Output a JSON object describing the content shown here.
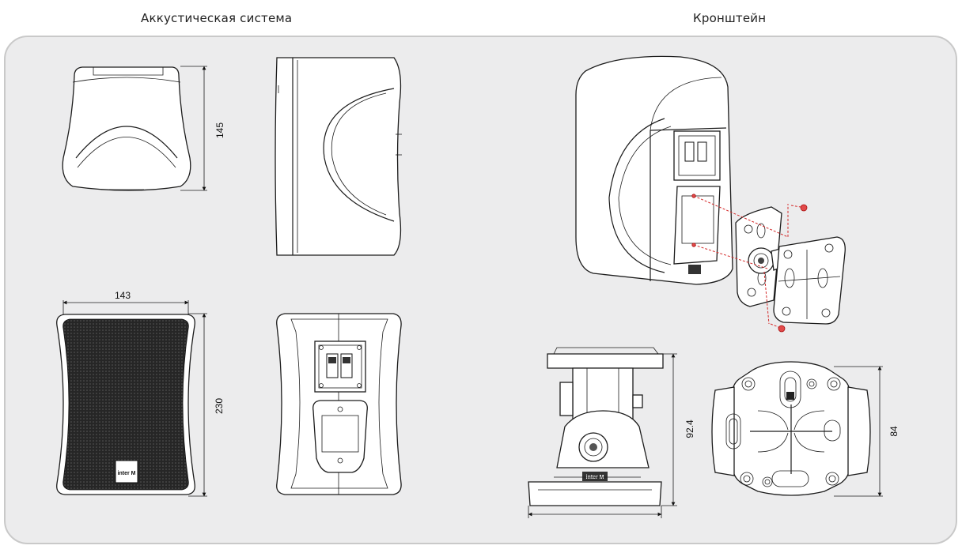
{
  "headers": {
    "speaker": "Аккустическая система",
    "bracket": "Кронштейн"
  },
  "dimensions": {
    "speaker_height_top_view": "145",
    "speaker_width_front": "143",
    "speaker_height_front": "230",
    "bracket_height": "92.4",
    "bracket_plate_height": "84"
  },
  "logos": {
    "front_badge": "inter M",
    "bracket_badge": "inter M"
  },
  "colors": {
    "panel_bg": "#ececed",
    "grille": "#262626",
    "screw": "#e24a4a"
  }
}
